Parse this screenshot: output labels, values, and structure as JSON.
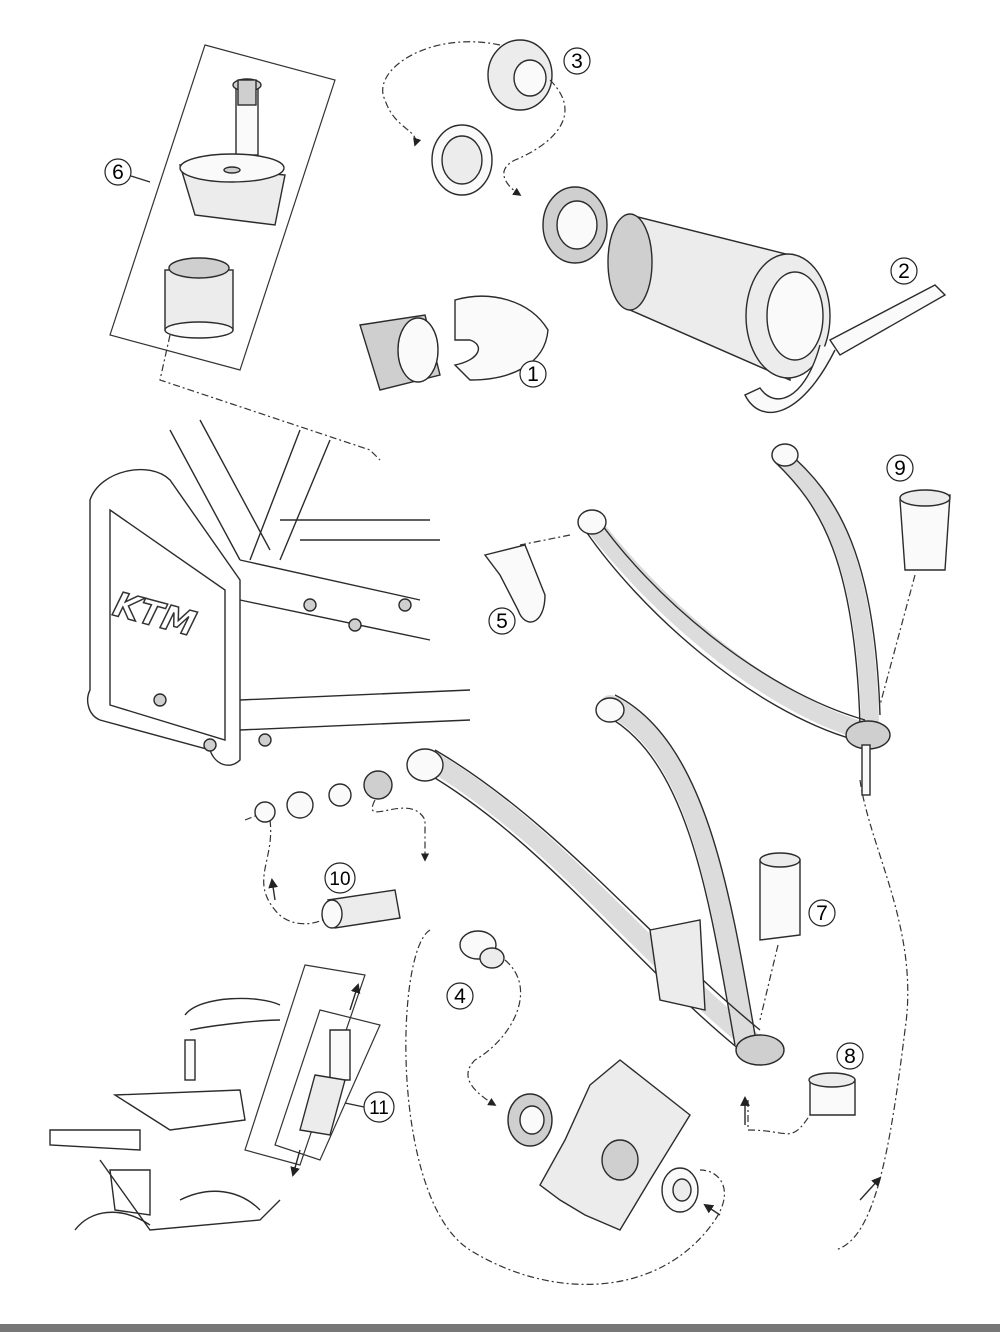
{
  "callouts": [
    {
      "id": "c1",
      "label": "1"
    },
    {
      "id": "c2",
      "label": "2"
    },
    {
      "id": "c3",
      "label": "3"
    },
    {
      "id": "c4",
      "label": "4"
    },
    {
      "id": "c5",
      "label": "5"
    },
    {
      "id": "c6",
      "label": "6"
    },
    {
      "id": "c7",
      "label": "7"
    },
    {
      "id": "c8",
      "label": "8"
    },
    {
      "id": "c9",
      "label": "9"
    },
    {
      "id": "c10",
      "label": "10"
    },
    {
      "id": "c11",
      "label": "11"
    }
  ],
  "frame_logo": "KTM",
  "colors": {
    "line": "#2b2b2b",
    "part_fill": "#ececec",
    "footer": "#777777"
  }
}
